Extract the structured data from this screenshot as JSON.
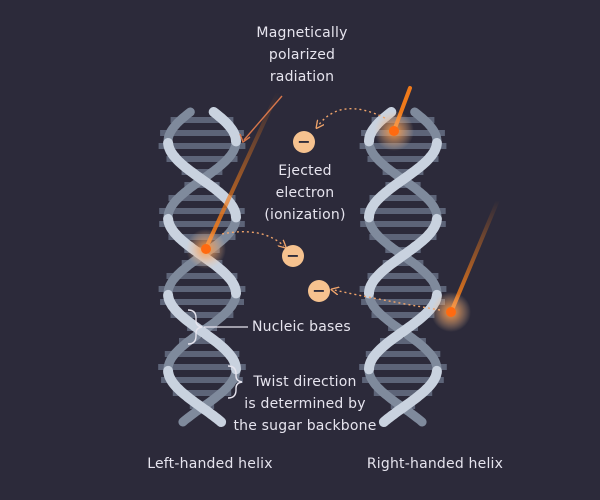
{
  "labels": {
    "radiation": [
      "Magnetically",
      "polarized",
      "radiation"
    ],
    "electron": [
      "Ejected",
      "electron",
      "(ionization)"
    ],
    "bases": "Nucleic bases",
    "twist": [
      "Twist direction",
      "is determined by",
      "the sugar backbone"
    ],
    "left_helix": "Left-handed helix",
    "right_helix": "Right-handed helix"
  },
  "electron_symbol": "−",
  "colors": {
    "background": "#2c2a3a",
    "backbone_front": "#c9d2df",
    "backbone_back": "#7f8a9c",
    "bases": "#5d6478",
    "beam": "#f07a1a",
    "electron_fill": "#f6c28f",
    "text": "#e6e4ee"
  },
  "icons": [
    "electron-icon",
    "radiation-beam",
    "impact-glow"
  ]
}
